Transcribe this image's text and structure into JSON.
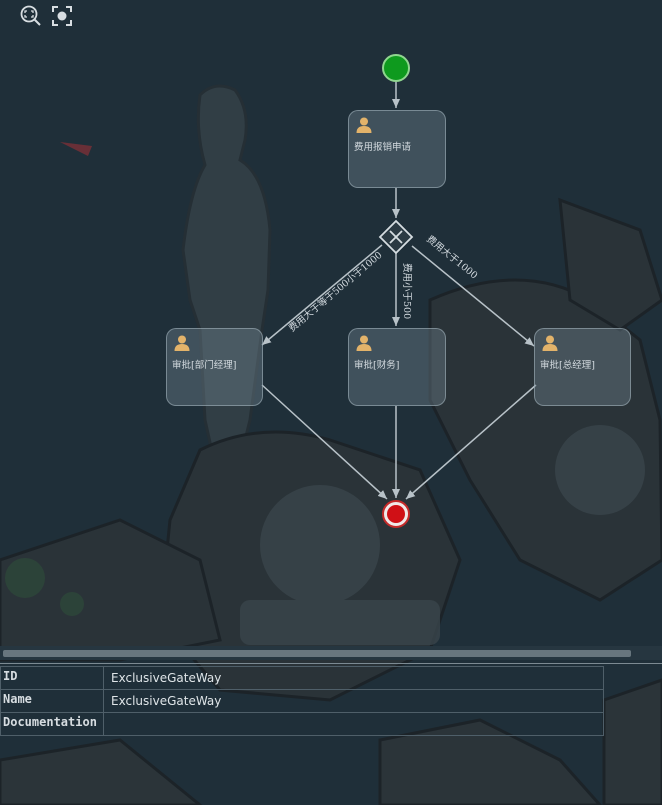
{
  "toolbar": {
    "zoom_icon": "zoom-icon",
    "fit_icon": "fit-view-icon"
  },
  "diagram": {
    "start_color": "#0e9a1e",
    "end_color": "#d01016",
    "tasks": {
      "apply": "费用报销申请",
      "dept_manager": "审批[部门经理]",
      "finance": "审批[财务]",
      "general_manager": "审批[总经理]"
    },
    "flows": {
      "between": "费用大于等于500小于1000",
      "less": "费用小于500",
      "greater": "费用大于1000"
    }
  },
  "properties": {
    "rows": [
      {
        "key": "ID",
        "value": "ExclusiveGateWay"
      },
      {
        "key": "Name",
        "value": "ExclusiveGateWay"
      },
      {
        "key": "Documentation",
        "value": ""
      }
    ]
  }
}
